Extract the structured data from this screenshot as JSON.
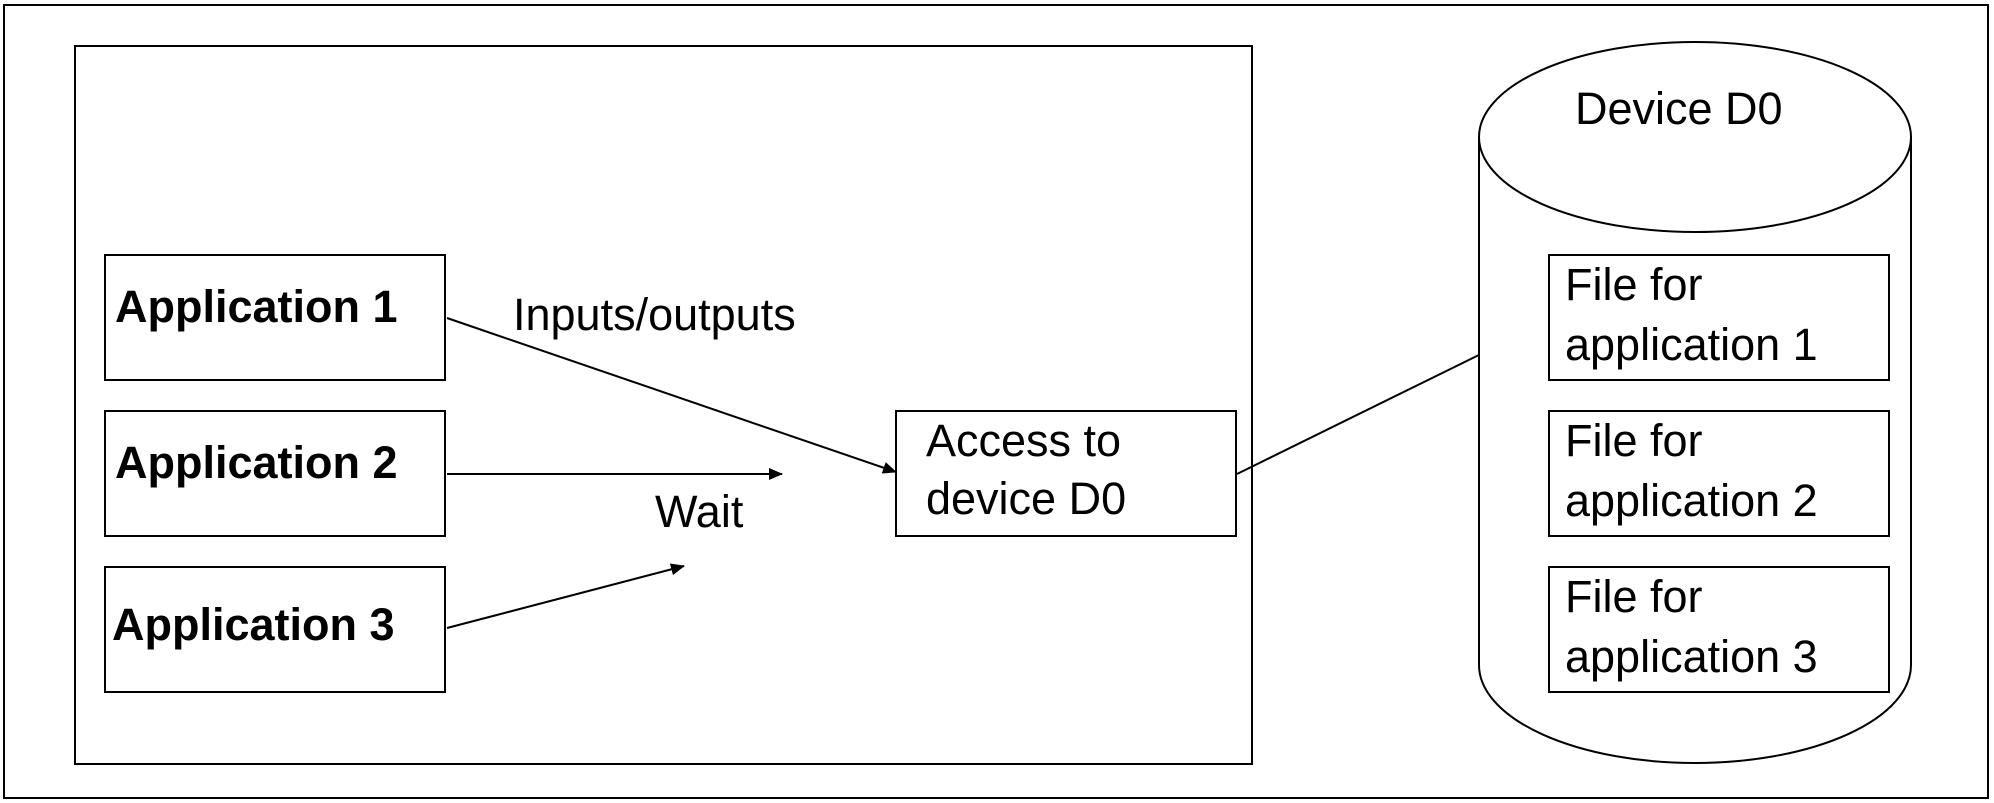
{
  "applications": [
    {
      "label": "Application 1"
    },
    {
      "label": "Application 2"
    },
    {
      "label": "Application 3"
    }
  ],
  "edges": {
    "io_label": "Inputs/outputs",
    "wait_label": "Wait"
  },
  "access": {
    "line1": "Access to",
    "line2": "device D0"
  },
  "device": {
    "title": "Device D0",
    "files": [
      {
        "line1": "File for",
        "line2": "application 1"
      },
      {
        "line1": "File for",
        "line2": "application 2"
      },
      {
        "line1": "File for",
        "line2": "application 3"
      }
    ]
  },
  "colors": {
    "stroke": "#000000",
    "background": "#ffffff"
  }
}
